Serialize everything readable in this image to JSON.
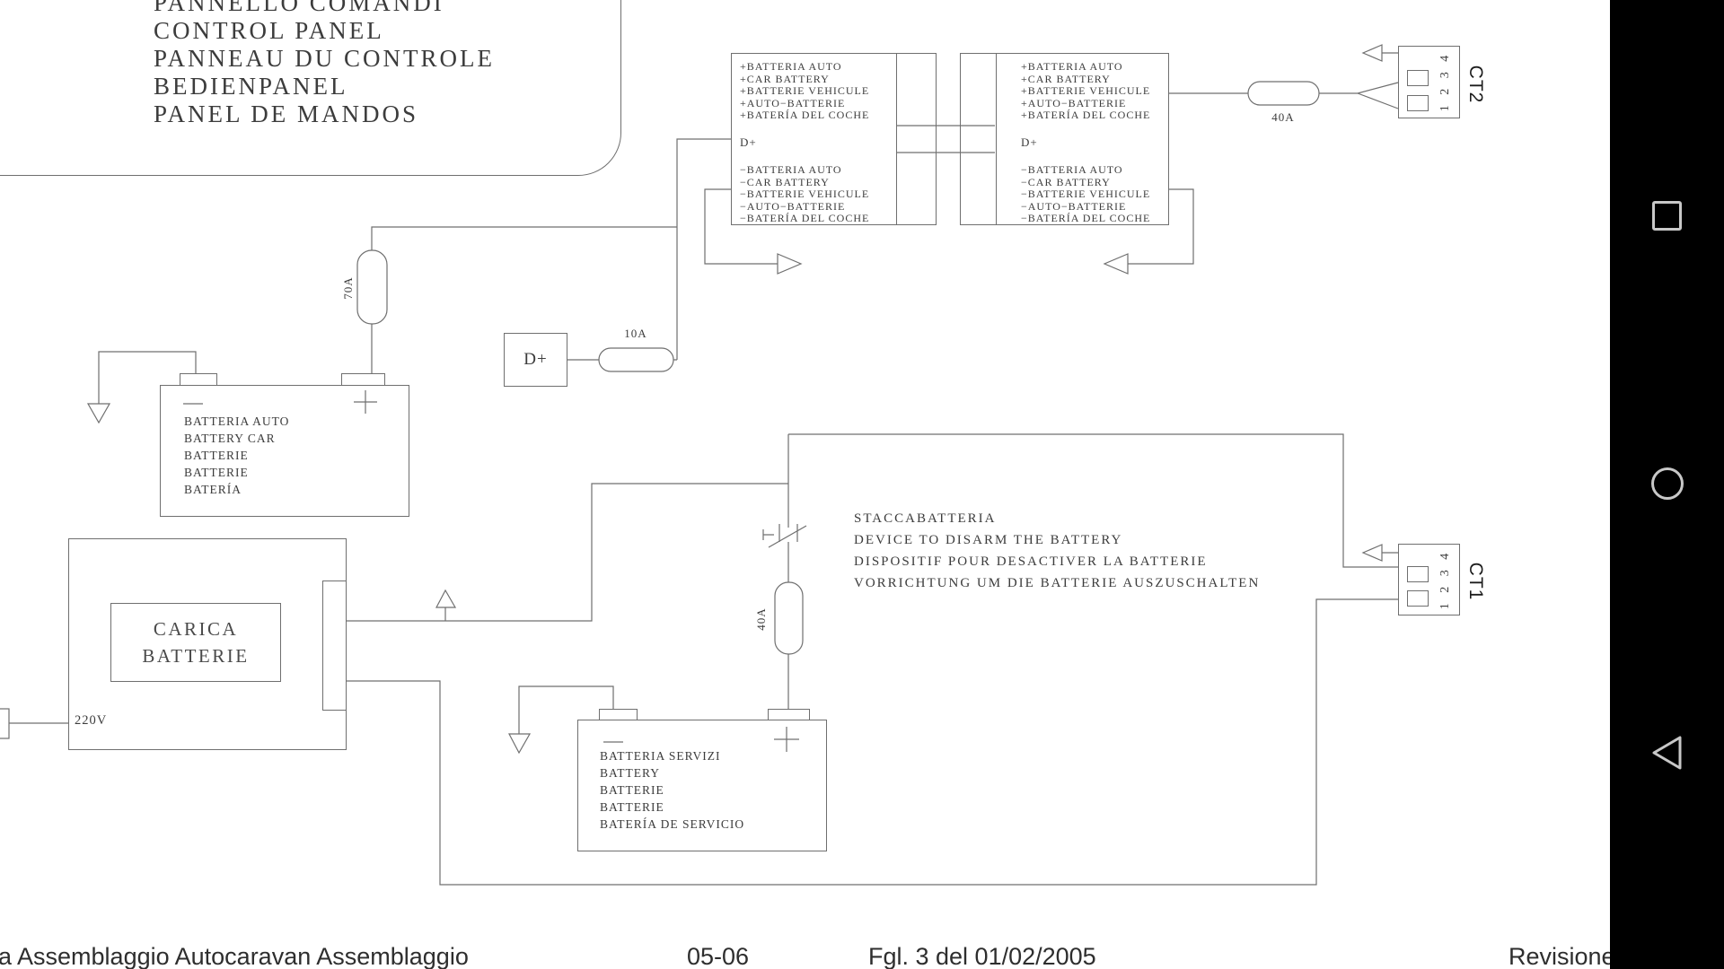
{
  "colors": {
    "background": "#ffffff",
    "line": "#6f6f6f",
    "diagram_text": "#3c3c3c",
    "navbar_bg": "#000000",
    "navbar_icon": "#c8c8c8"
  },
  "control_panel": {
    "line1": "PANNELLO COMANDI",
    "line2": "CONTROL PANEL",
    "line3": "PANNEAU DU CONTROLE",
    "line4": "BEDIENPANEL",
    "line5": "PANEL DE MANDOS"
  },
  "terminal_block": {
    "plus": [
      "+BATTERIA AUTO",
      "+CAR BATTERY",
      "+BATTERIE VEHICULE",
      "+AUTO−BATTERIE",
      "+BATERÍA DEL COCHE"
    ],
    "dplus": "D+",
    "minus": [
      "−BATTERIA AUTO",
      "−CAR BATTERY",
      "−BATTERIE VEHICULE",
      "−AUTO−BATTERIE",
      "−BATERÍA DEL COCHE"
    ]
  },
  "fuses": {
    "f70": "70A",
    "f10": "10A",
    "f40_top": "40A",
    "f40_mid": "40A"
  },
  "dplus_box": "D+",
  "car_battery": [
    "BATTERIA AUTO",
    "BATTERY CAR",
    "BATTERIE",
    "BATTERIE",
    "BATERÍA"
  ],
  "service_battery": [
    "BATTERIA SERVIZI",
    "BATTERY",
    "BATTERIE",
    "BATTERIE",
    "BATERÍA DE SERVICIO"
  ],
  "charger": {
    "line1": "CARICA",
    "line2": "BATTERIE",
    "voltage": "220V"
  },
  "disconnect": [
    "STACCABATTERIA",
    "DEVICE TO DISARM THE BATTERY",
    "DISPOSITIF POUR DESACTIVER LA BATTERIE",
    "VORRICHTUNG UM DIE BATTERIE AUSZUSCHALTEN"
  ],
  "connectors": {
    "ct1": {
      "label": "CT1",
      "pins": "1 2 3 4"
    },
    "ct2": {
      "label": "CT2",
      "pins": "1 2 3 4"
    }
  },
  "footer": {
    "left": "lia Assemblaggio Autocaravan Assemblaggio",
    "code": "05-06",
    "sheet": "Fgl. 3 del 01/02/2005",
    "revision": "Revisione"
  }
}
